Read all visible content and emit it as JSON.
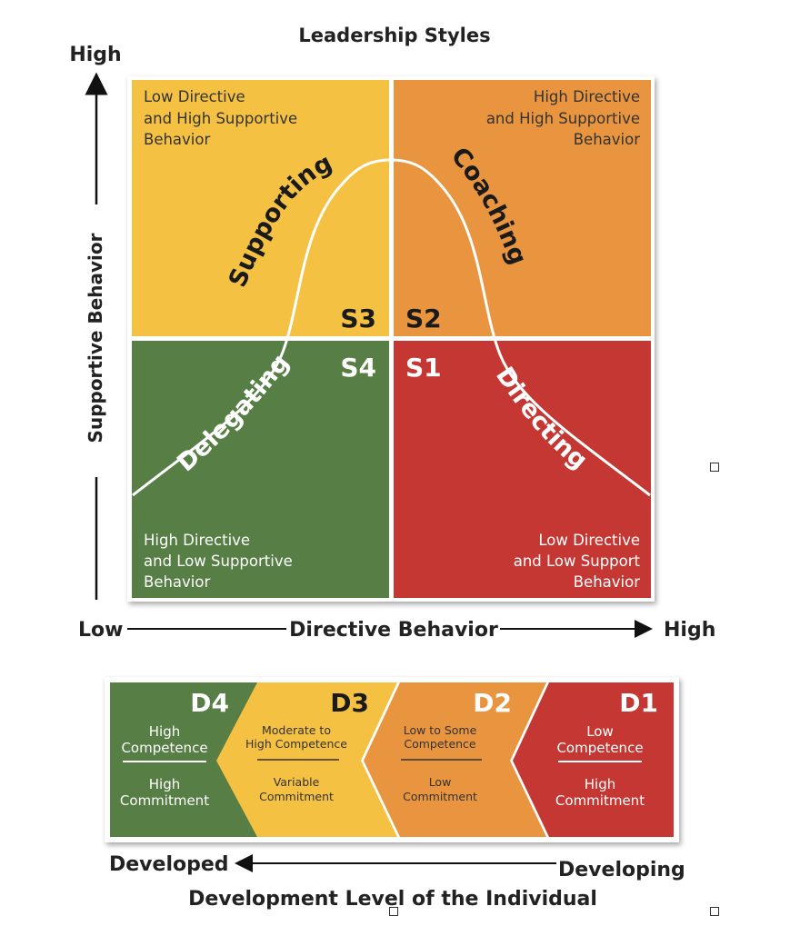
{
  "title": "Leadership Styles",
  "y_axis": {
    "label": "Supportive Behavior",
    "high": "High"
  },
  "x_axis": {
    "label": "Directive Behavior",
    "low": "Low",
    "high": "High"
  },
  "colors": {
    "yellow": "#F5C143",
    "orange": "#E9943E",
    "green": "#567E45",
    "red": "#C43733",
    "text_dark": "#222222",
    "white": "#ffffff"
  },
  "quadrants": {
    "tl": {
      "lines": [
        "Low Directive",
        "and High Supportive",
        "Behavior"
      ],
      "style": "Supporting",
      "code": "S3"
    },
    "tr": {
      "lines": [
        "High Directive",
        "and High Supportive",
        "Behavior"
      ],
      "style": "Coaching",
      "code": "S2"
    },
    "bl": {
      "lines": [
        "High Directive",
        "and Low Supportive",
        "Behavior"
      ],
      "style": "Delegating",
      "code": "S4"
    },
    "br": {
      "lines": [
        "Low Directive",
        "and Low Support",
        "Behavior"
      ],
      "style": "Directing",
      "code": "S1"
    }
  },
  "development": {
    "levels": [
      {
        "code": "D4",
        "competence": [
          "High",
          "Competence"
        ],
        "commitment": [
          "High",
          "Commitment"
        ]
      },
      {
        "code": "D3",
        "competence": [
          "Moderate to",
          "High Competence"
        ],
        "commitment": [
          "Variable",
          "Commitment"
        ]
      },
      {
        "code": "D2",
        "competence": [
          "Low to Some",
          "Competence"
        ],
        "commitment": [
          "Low",
          "Commitment"
        ]
      },
      {
        "code": "D1",
        "competence": [
          "Low",
          "Competence"
        ],
        "commitment": [
          "High",
          "Commitment"
        ]
      }
    ],
    "developed": "Developed",
    "developing": "Developing",
    "label": "Development Level of the Individual"
  }
}
